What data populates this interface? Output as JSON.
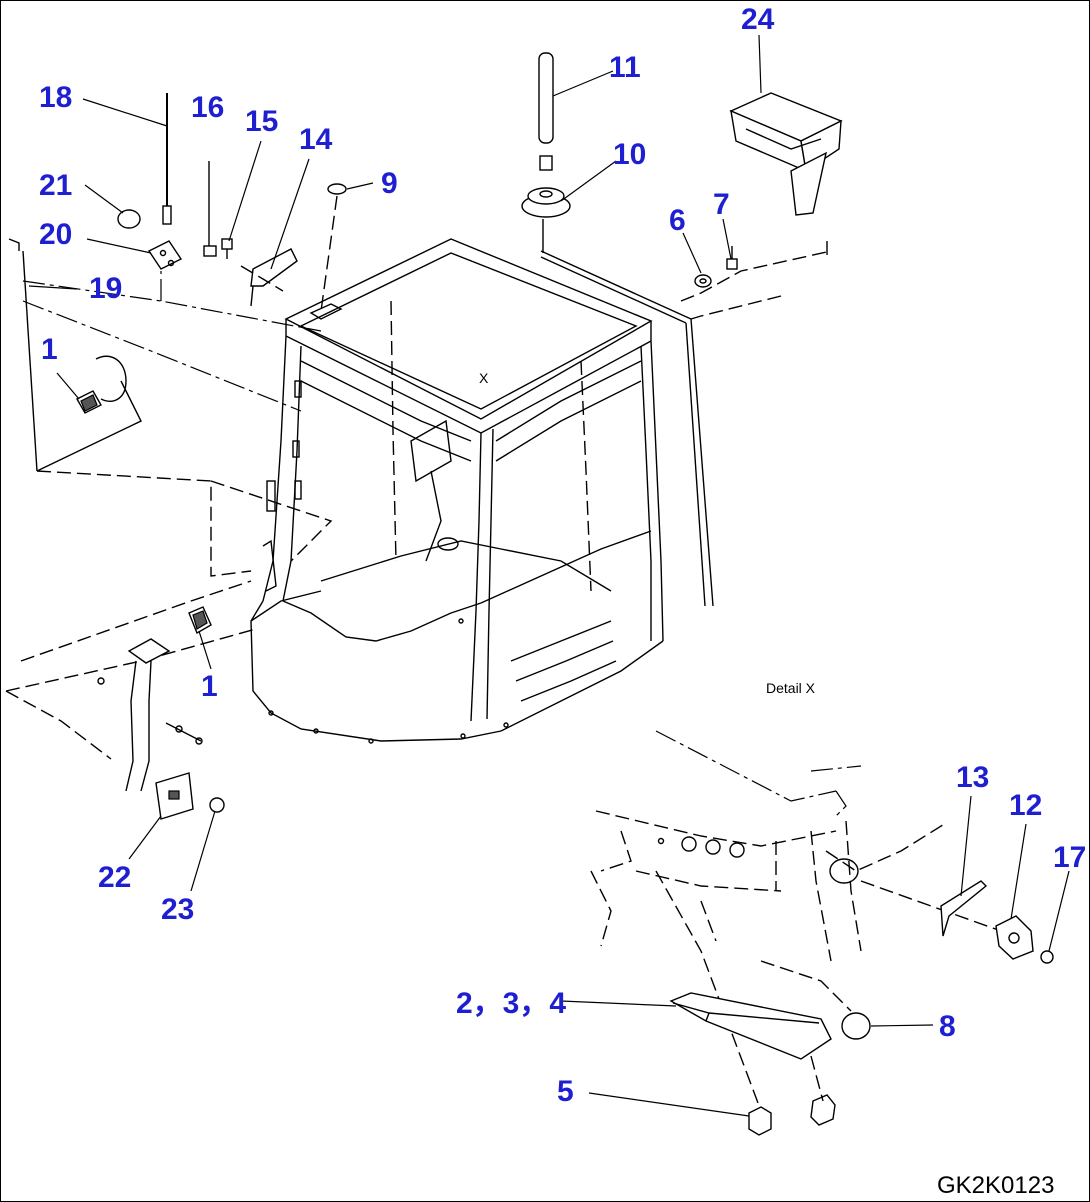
{
  "diagram": {
    "callouts": {
      "c1a": "1",
      "c1b": "1",
      "c234": "2，3，4",
      "c5": "5",
      "c6": "6",
      "c7": "7",
      "c8": "8",
      "c9": "9",
      "c10": "10",
      "c11": "11",
      "c12": "12",
      "c13": "13",
      "c14": "14",
      "c15": "15",
      "c16": "16",
      "c17": "17",
      "c18": "18",
      "c19": "19",
      "c20": "20",
      "c21": "21",
      "c22": "22",
      "c23": "23",
      "c24": "24"
    },
    "view_marker": "X",
    "detail_label": "Detail X",
    "drawing_code": "GK2K0123",
    "colors": {
      "callout": "#1f1fd2",
      "line": "#000000",
      "background": "#ffffff"
    }
  }
}
